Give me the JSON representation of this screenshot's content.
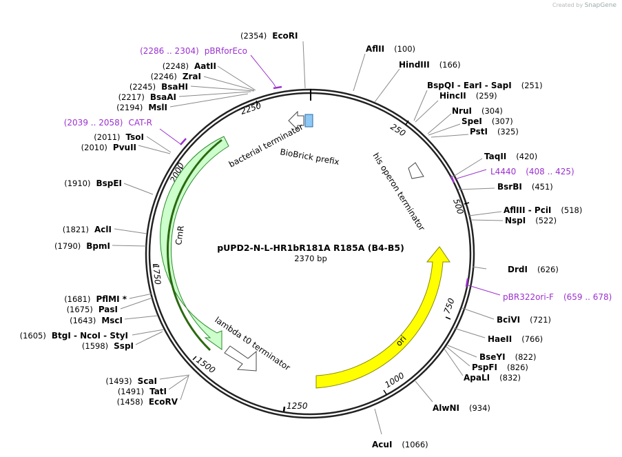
{
  "brand": {
    "prefix": "Created by",
    "name": "SnapGene"
  },
  "plasmid": {
    "name": "pUPD2-N-L-HR1bR181A R185A  (B4-B5)",
    "length_label": "2370 bp",
    "length": 2370
  },
  "ticks": [
    "250",
    "500",
    "750",
    "1000",
    "1250",
    "1500",
    "1750",
    "2000",
    "2250"
  ],
  "sites": [
    {
      "name": "EcoRI",
      "pos": "(2354)"
    },
    {
      "name": "AflII",
      "pos": "(100)"
    },
    {
      "name": "HindIII",
      "pos": "(166)"
    },
    {
      "name": "BspQI  - EarI  - SapI",
      "pos": "(251)"
    },
    {
      "name": "HincII",
      "pos": "(259)"
    },
    {
      "name": "NruI",
      "pos": "(304)"
    },
    {
      "name": "SpeI",
      "pos": "(307)"
    },
    {
      "name": "PstI",
      "pos": "(325)"
    },
    {
      "name": "TaqII",
      "pos": "(420)"
    },
    {
      "name": "BsrBI",
      "pos": "(451)"
    },
    {
      "name": "AflIII  - PciI",
      "pos": "(518)"
    },
    {
      "name": "NspI",
      "pos": "(522)"
    },
    {
      "name": "DrdI",
      "pos": "(626)"
    },
    {
      "name": "BciVI",
      "pos": "(721)"
    },
    {
      "name": "HaeII",
      "pos": "(766)"
    },
    {
      "name": "BseYI",
      "pos": "(822)"
    },
    {
      "name": "PspFI",
      "pos": "(826)"
    },
    {
      "name": "ApaLI",
      "pos": "(832)"
    },
    {
      "name": "AlwNI",
      "pos": "(934)"
    },
    {
      "name": "AcuI",
      "pos": "(1066)"
    },
    {
      "name": "EcoRV",
      "pos": "(1458)"
    },
    {
      "name": "TatI",
      "pos": "(1491)"
    },
    {
      "name": "ScaI",
      "pos": "(1493)"
    },
    {
      "name": "SspI",
      "pos": "(1598)"
    },
    {
      "name": "BtgI  - NcoI  - StyI",
      "pos": "(1605)"
    },
    {
      "name": "MscI",
      "pos": "(1643)"
    },
    {
      "name": "PasI",
      "pos": "(1675)"
    },
    {
      "name": "PflMI *",
      "pos": "(1681)"
    },
    {
      "name": "BpmI",
      "pos": "(1790)"
    },
    {
      "name": "AclI",
      "pos": "(1821)"
    },
    {
      "name": "BspEI",
      "pos": "(1910)"
    },
    {
      "name": "PvuII",
      "pos": "(2010)"
    },
    {
      "name": "TsoI",
      "pos": "(2011)"
    },
    {
      "name": "MslI",
      "pos": "(2194)"
    },
    {
      "name": "BsaAI",
      "pos": "(2217)"
    },
    {
      "name": "BsaHI",
      "pos": "(2245)"
    },
    {
      "name": "ZraI",
      "pos": "(2246)"
    },
    {
      "name": "AatII",
      "pos": "(2248)"
    }
  ],
  "primers": [
    {
      "name": "pBRforEco",
      "range": "(2286 .. 2304)"
    },
    {
      "name": "CAT-R",
      "range": "(2039 .. 2058)"
    },
    {
      "name": "L4440",
      "range": "(408 .. 425)"
    },
    {
      "name": "pBR322ori-F",
      "range": "(659 .. 678)"
    }
  ],
  "features": [
    {
      "name": "CmR",
      "color": "#ccffcc",
      "stroke": "#2a8a2a"
    },
    {
      "name": "ori",
      "color": "#ffff00",
      "stroke": "#888800"
    },
    {
      "name": "bacterial terminator",
      "color": "#ffffff"
    },
    {
      "name": "BioBrick prefix",
      "color": "#8ec8f5"
    },
    {
      "name": "his operon terminator",
      "color": "#ffffff"
    },
    {
      "name": "lambda t0 terminator",
      "color": "#ffffff"
    }
  ],
  "colors": {
    "primer": "#9b30d0",
    "backbone": "#222222"
  }
}
